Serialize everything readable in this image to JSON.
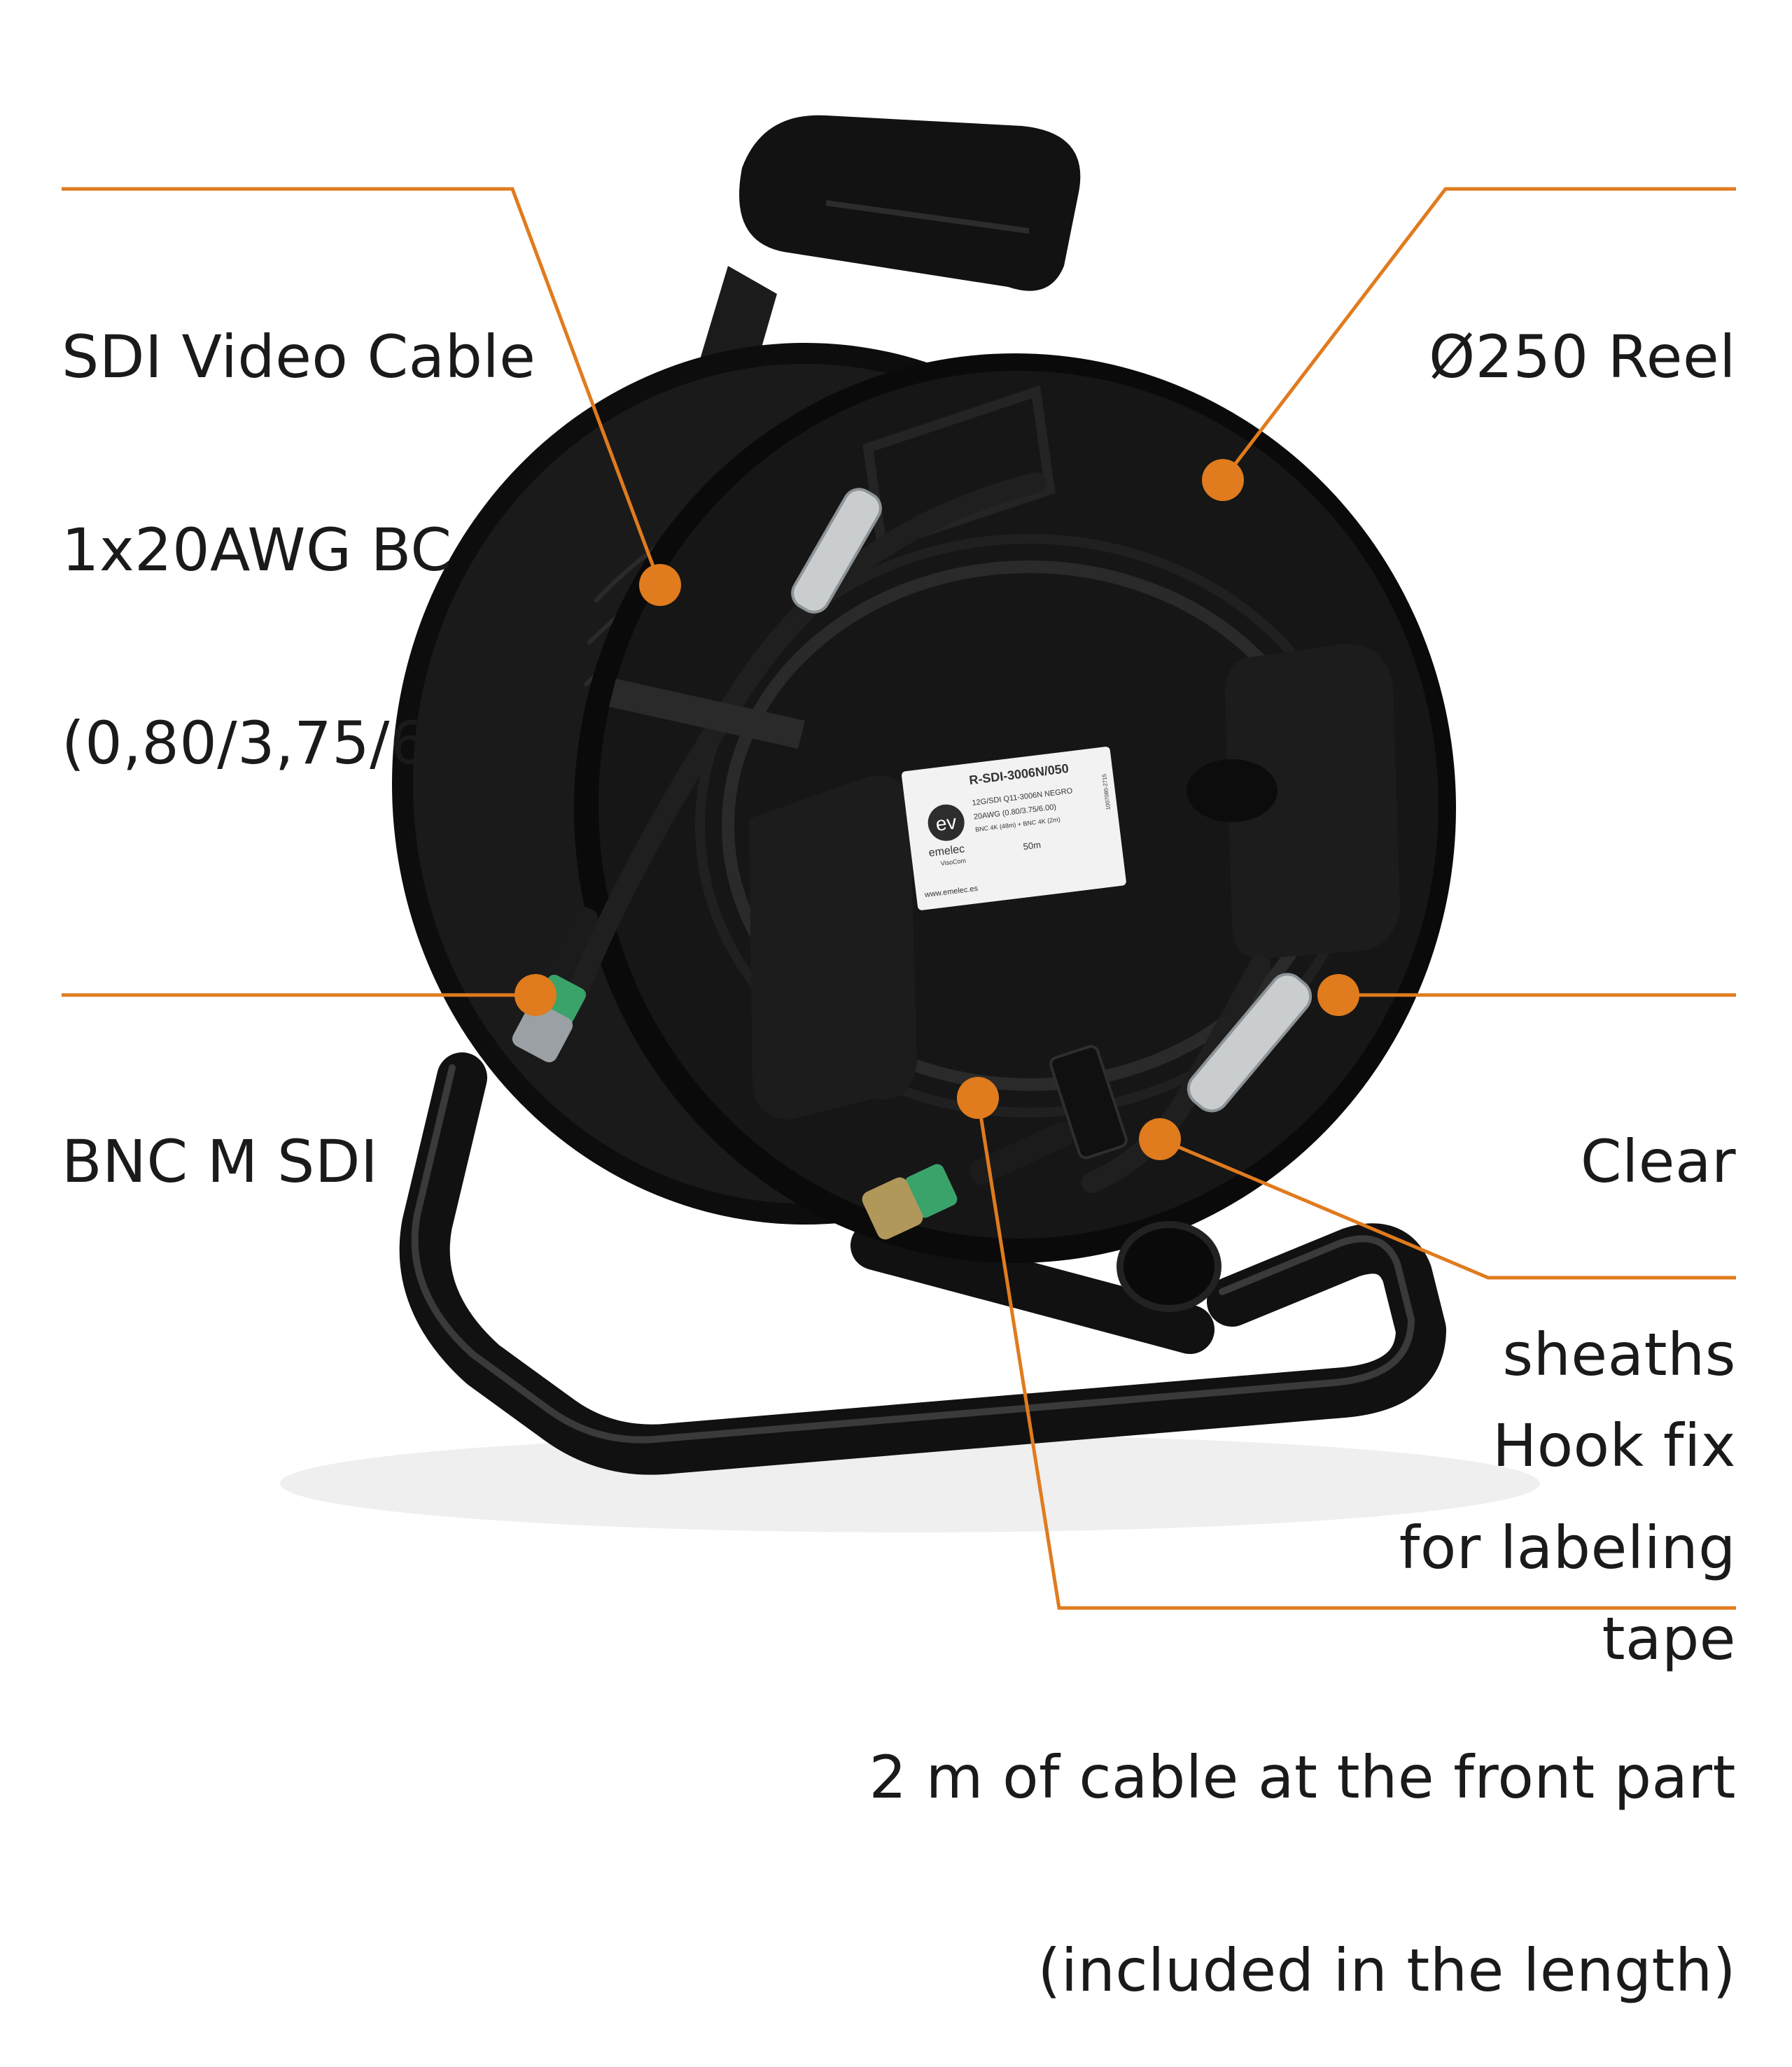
{
  "colors": {
    "accent": "#e07b1e",
    "text": "#1a1a1a",
    "background": "#ffffff",
    "reel": "#151515",
    "label_bg": "#f2f2f2"
  },
  "callouts": {
    "cable": {
      "lines": [
        "SDI Video Cable",
        "1x20AWG BC",
        "(0,80/3,75/6,00)"
      ]
    },
    "reel": {
      "lines": [
        "Ø250 Reel"
      ]
    },
    "bnc": {
      "lines": [
        "BNC M SDI"
      ]
    },
    "sheaths": {
      "lines": [
        "Clear",
        "sheaths",
        "for labeling"
      ]
    },
    "hook": {
      "lines": [
        "Hook fix",
        "tape"
      ]
    },
    "front_cable": {
      "lines": [
        "2 m of cable at the front part",
        "(included in the length)"
      ]
    }
  },
  "product_label": {
    "logo_mark": "ev",
    "logo_brand": "emelec",
    "logo_sub": "VisoCom",
    "reference": "R-SDI-3006N/050",
    "line1": "12G/SDI Q11-3006N NEGRO",
    "line2": "20AWG (0.80/3.75/6.00)",
    "line3": "BNC 4K (48m) + BNC 4K (2m)",
    "length": "50m",
    "website": "www.emelec.es",
    "serial": "1007080-2715"
  }
}
